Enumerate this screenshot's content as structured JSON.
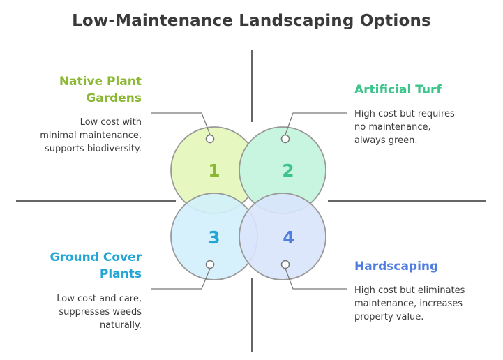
{
  "title": "Low-Maintenance Landscaping Options",
  "options": [
    {
      "number": "1",
      "heading": "Native Plant\nGardens",
      "description": "Low cost with\nminimal maintenance,\nsupports biodiversity.",
      "fill": "#e6f7c0",
      "color": "#8ab833"
    },
    {
      "number": "2",
      "heading": "Artificial Turf",
      "description": "High cost but requires\nno maintenance,\nalways green.",
      "fill": "#c8f5e0",
      "color": "#3cc48a"
    },
    {
      "number": "3",
      "heading": "Ground Cover\nPlants",
      "description": "Low cost and care,\nsuppresses weeds\nnaturally.",
      "fill": "#d2f0fb",
      "color": "#23a6d5"
    },
    {
      "number": "4",
      "heading": "Hardscaping",
      "description": "High cost but eliminates\nmaintenance, increases\nproperty value.",
      "fill": "#d9e4fc",
      "color": "#4f7de0"
    }
  ]
}
